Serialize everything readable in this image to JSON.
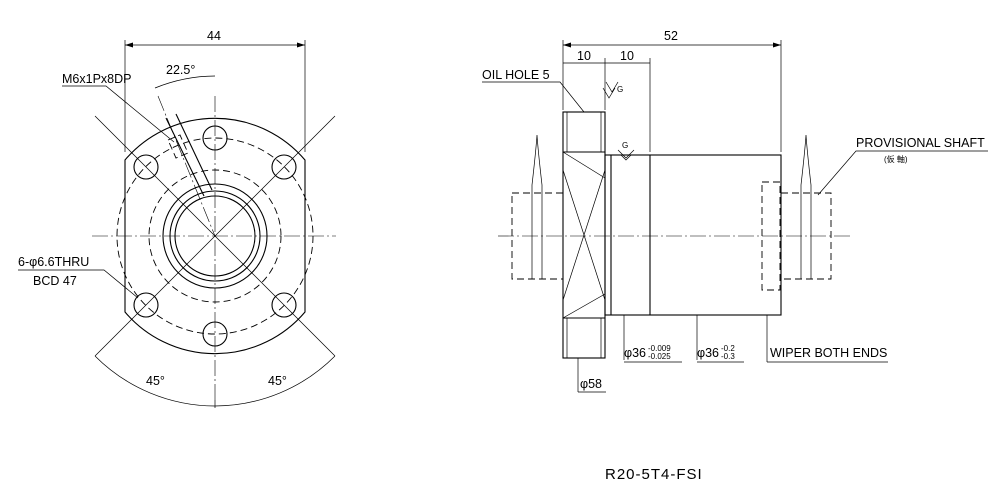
{
  "front_view": {
    "dim_width": "44",
    "angle_oil": "22.5°",
    "tap_label": "M6x1Px8DP",
    "hole_label": "6-φ6.6THRU",
    "bcd_label": "BCD 47",
    "angle_left": "45°",
    "angle_right": "45°"
  },
  "side_view": {
    "dim_length": "52",
    "dim_flange": "10",
    "dim_shoulder": "10",
    "oil_hole": "OIL HOLE 5",
    "finish_mark_1": "G",
    "finish_mark_2": "G",
    "shaft_label": "PROVISIONAL SHAFT",
    "shaft_label_jp": "(仮 軸)",
    "dia_body": "φ36",
    "dia_body_upper": "-0.009",
    "dia_body_lower": "-0.025",
    "dia_body2": "φ36",
    "dia_body2_upper": "-0.2",
    "dia_body2_lower": "-0.3",
    "wiper": "WIPER BOTH ENDS",
    "dia_flange": "φ58"
  },
  "title": "R20-5T4-FSI"
}
